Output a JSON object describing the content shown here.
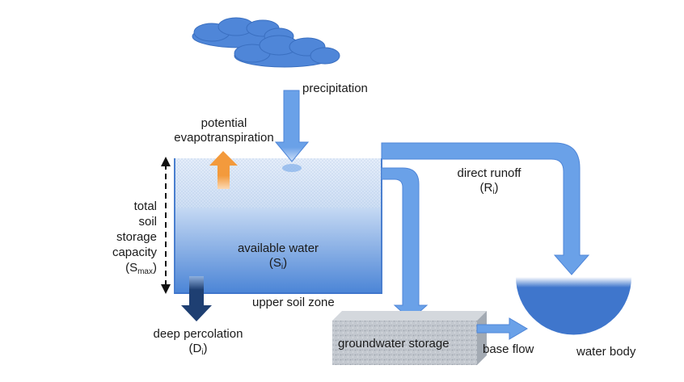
{
  "labels": {
    "precipitation": "precipitation",
    "potential_et_line1": "potential",
    "potential_et_line2": "evapotranspiration",
    "total_soil_storage_capacity": [
      "total",
      "soil",
      "storage",
      "capacity"
    ],
    "smax_symbol": "(S",
    "smax_subscript": "max",
    "available_water": "available water",
    "available_water_symbol": "(S",
    "available_water_subscript": "i",
    "upper_soil_zone": "upper soil zone",
    "direct_runoff": "direct runoff",
    "direct_runoff_symbol": "(R",
    "direct_runoff_subscript": "i",
    "deep_percolation": "deep percolation",
    "deep_percolation_symbol": "(D",
    "deep_percolation_subscript": "i",
    "groundwater_storage": "groundwater storage",
    "base_flow": "base flow",
    "water_body": "water body"
  },
  "colors": {
    "cloud": "#4f86d8",
    "flow_arrow": "#6aa1e8",
    "flow_arrow_edge": "#4f86d8",
    "et_arrow": "#f39a3c",
    "percolation_arrow": "#1e3f72",
    "soil_top": "#dde9f7",
    "soil_bottom": "#4a84d6",
    "groundwater": "#b8bec6",
    "water_body": "#3f76cc"
  }
}
